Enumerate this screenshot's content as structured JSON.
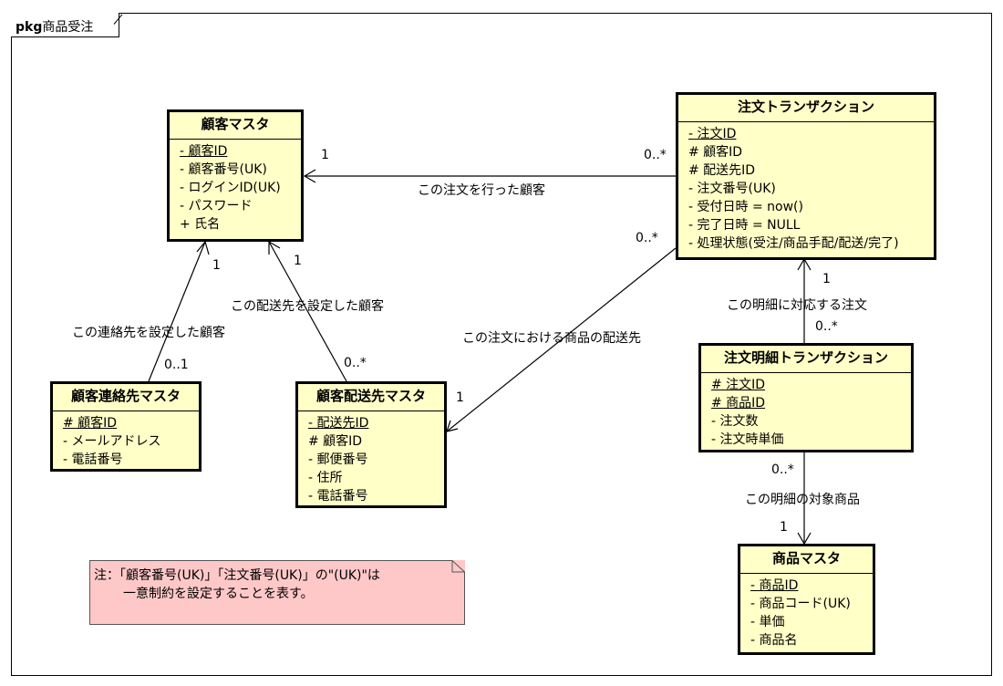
{
  "frame": {
    "keyword": "pkg",
    "title": "商品受注"
  },
  "classes": {
    "customer": {
      "name": "顧客マスタ",
      "attrs": [
        "- 顧客ID",
        "- 顧客番号(UK)",
        "- ログインID(UK)",
        "- パスワード",
        "+ 氏名"
      ]
    },
    "contact": {
      "name": "顧客連絡先マスタ",
      "attrs": [
        "# 顧客ID",
        "- メールアドレス",
        "- 電話番号"
      ]
    },
    "shipping": {
      "name": "顧客配送先マスタ",
      "attrs": [
        "- 配送先ID",
        "# 顧客ID",
        "- 郵便番号",
        "- 住所",
        "- 電話番号"
      ]
    },
    "order": {
      "name": "注文トランザクション",
      "attrs": [
        "- 注文ID",
        "# 顧客ID",
        "# 配送先ID",
        "- 注文番号(UK)",
        "- 受付日時 = now()",
        "- 完了日時 = NULL",
        "- 処理状態(受注/商品手配/配送/完了)"
      ]
    },
    "detail": {
      "name": "注文明細トランザクション",
      "attrs": [
        "# 注文ID",
        "# 商品ID",
        "- 注文数",
        "- 注文時単価"
      ]
    },
    "product": {
      "name": "商品マスタ",
      "attrs": [
        "- 商品ID",
        "- 商品コード(UK)",
        "- 単価",
        "- 商品名"
      ]
    }
  },
  "associations": {
    "order_customer": {
      "label": "この注文を行った顧客",
      "mult_source": "0..*",
      "mult_target": "1"
    },
    "order_shipping": {
      "label": "この注文における商品の配送先",
      "mult_source": "0..*",
      "mult_target": "1"
    },
    "detail_order": {
      "label": "この明細に対応する注文",
      "mult_source": "0..*",
      "mult_target": "1"
    },
    "detail_product": {
      "label": "この明細の対象商品",
      "mult_source": "0..*",
      "mult_target": "1"
    },
    "contact_customer": {
      "label": "この連絡先を設定した顧客",
      "mult_source": "0..1",
      "mult_target": "1"
    },
    "shipping_customer": {
      "label": "この配送先を設定した顧客",
      "mult_source": "0..*",
      "mult_target": "1"
    }
  },
  "note": {
    "line1": "注：「顧客番号(UK)」「注文番号(UK)」の\"(UK)\"は",
    "line2": "一意制約を設定することを表す。"
  }
}
